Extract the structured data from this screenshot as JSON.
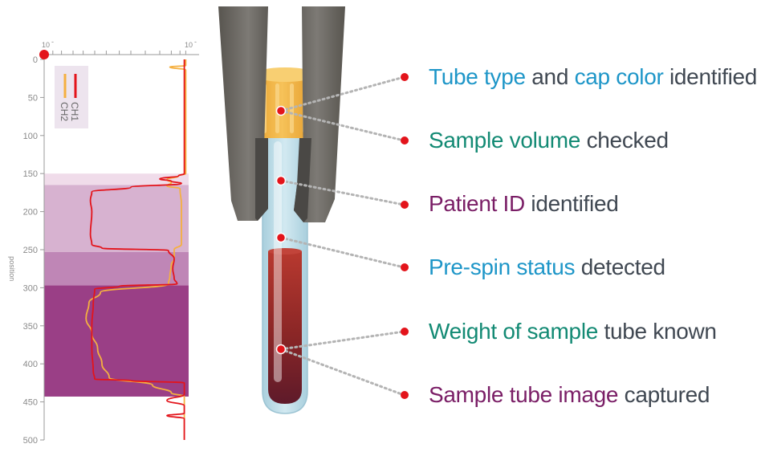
{
  "colors": {
    "dark_gray": "#404852",
    "blue": "#1e96c8",
    "teal": "#138a74",
    "purple": "#7a1e66",
    "marker_red": "#e3141b",
    "ch1_red": "#e3141b",
    "ch2_orange": "#f5b040",
    "band_light": "#f0dcea",
    "band_mid": "#d7b2d0",
    "band_dark": "#bf86b6",
    "band_deep": "#9a3f86",
    "tube_cap": "#f2b13c",
    "tube_glass": "#bcdbe6",
    "blood": "#8c2424",
    "gripper": "#6b6865"
  },
  "chart_data": {
    "type": "line",
    "orientation": "vertical",
    "x_tick_labels": [
      "10",
      "10"
    ],
    "ylabel": "position",
    "ylim": [
      0,
      500
    ],
    "y_ticks": [
      0,
      50,
      100,
      150,
      200,
      250,
      300,
      350,
      400,
      450,
      500
    ],
    "y_tick_labels": [
      "0",
      "50",
      "100",
      "150",
      "200",
      "250",
      "300",
      "350",
      "400",
      "450",
      "500"
    ],
    "legend": [
      "CH1",
      "CH2"
    ],
    "bands": [
      {
        "from": 150,
        "to": 165,
        "shade": "light"
      },
      {
        "from": 165,
        "to": 253,
        "shade": "mid"
      },
      {
        "from": 253,
        "to": 297,
        "shade": "dark"
      },
      {
        "from": 297,
        "to": 443,
        "shade": "deep"
      }
    ],
    "x_domain": [
      0,
      1
    ],
    "series": [
      {
        "name": "CH1",
        "points": [
          [
            0.97,
            0
          ],
          [
            0.97,
            150
          ],
          [
            0.93,
            153
          ],
          [
            0.8,
            157
          ],
          [
            0.88,
            160
          ],
          [
            0.95,
            163
          ],
          [
            0.6,
            168
          ],
          [
            0.33,
            174
          ],
          [
            0.32,
            185
          ],
          [
            0.33,
            200
          ],
          [
            0.32,
            230
          ],
          [
            0.33,
            243
          ],
          [
            0.4,
            248
          ],
          [
            0.86,
            251
          ],
          [
            0.9,
            262
          ],
          [
            0.89,
            275
          ],
          [
            0.9,
            288
          ],
          [
            0.92,
            295
          ],
          [
            0.52,
            298
          ],
          [
            0.35,
            302
          ],
          [
            0.34,
            320
          ],
          [
            0.33,
            350
          ],
          [
            0.33,
            380
          ],
          [
            0.34,
            410
          ],
          [
            0.35,
            420
          ],
          [
            0.6,
            422
          ],
          [
            0.97,
            425
          ],
          [
            0.97,
            440
          ],
          [
            0.85,
            448
          ],
          [
            0.97,
            455
          ],
          [
            0.97,
            465
          ],
          [
            0.85,
            468
          ],
          [
            0.97,
            472
          ],
          [
            0.97,
            500
          ]
        ]
      },
      {
        "name": "CH2",
        "points": [
          [
            0.98,
            0
          ],
          [
            0.98,
            8
          ],
          [
            0.87,
            10
          ],
          [
            0.98,
            14
          ],
          [
            0.98,
            150
          ],
          [
            0.93,
            153
          ],
          [
            0.85,
            158
          ],
          [
            0.88,
            162
          ],
          [
            0.85,
            166
          ],
          [
            0.94,
            170
          ],
          [
            0.95,
            190
          ],
          [
            0.95,
            230
          ],
          [
            0.95,
            243
          ],
          [
            0.9,
            250
          ],
          [
            0.9,
            262
          ],
          [
            0.88,
            270
          ],
          [
            0.87,
            285
          ],
          [
            0.86,
            295
          ],
          [
            0.39,
            306
          ],
          [
            0.31,
            320
          ],
          [
            0.29,
            340
          ],
          [
            0.33,
            360
          ],
          [
            0.37,
            380
          ],
          [
            0.4,
            400
          ],
          [
            0.45,
            418
          ],
          [
            0.75,
            428
          ],
          [
            0.88,
            438
          ],
          [
            0.97,
            443
          ],
          [
            0.97,
            450
          ],
          [
            0.97,
            470
          ],
          [
            0.97,
            500
          ]
        ]
      }
    ]
  },
  "callouts": [
    {
      "parts": [
        {
          "text": "Tube type",
          "color": "blue"
        },
        {
          "text": " and ",
          "color": "dark_gray"
        },
        {
          "text": "cap color",
          "color": "blue"
        },
        {
          "text": " identified",
          "color": "dark_gray"
        }
      ]
    },
    {
      "parts": [
        {
          "text": "Sample volume",
          "color": "teal"
        },
        {
          "text": " checked",
          "color": "dark_gray"
        }
      ]
    },
    {
      "parts": [
        {
          "text": "Patient ID",
          "color": "purple"
        },
        {
          "text": " identified",
          "color": "dark_gray"
        }
      ]
    },
    {
      "parts": [
        {
          "text": "Pre-spin status",
          "color": "blue"
        },
        {
          "text": " detected",
          "color": "dark_gray"
        }
      ]
    },
    {
      "parts": [
        {
          "text": "Weight of sample",
          "color": "teal"
        },
        {
          "text": " tube known",
          "color": "dark_gray"
        }
      ]
    },
    {
      "parts": [
        {
          "text": "Sample tube image",
          "color": "purple"
        },
        {
          "text": " captured",
          "color": "dark_gray"
        }
      ]
    }
  ]
}
